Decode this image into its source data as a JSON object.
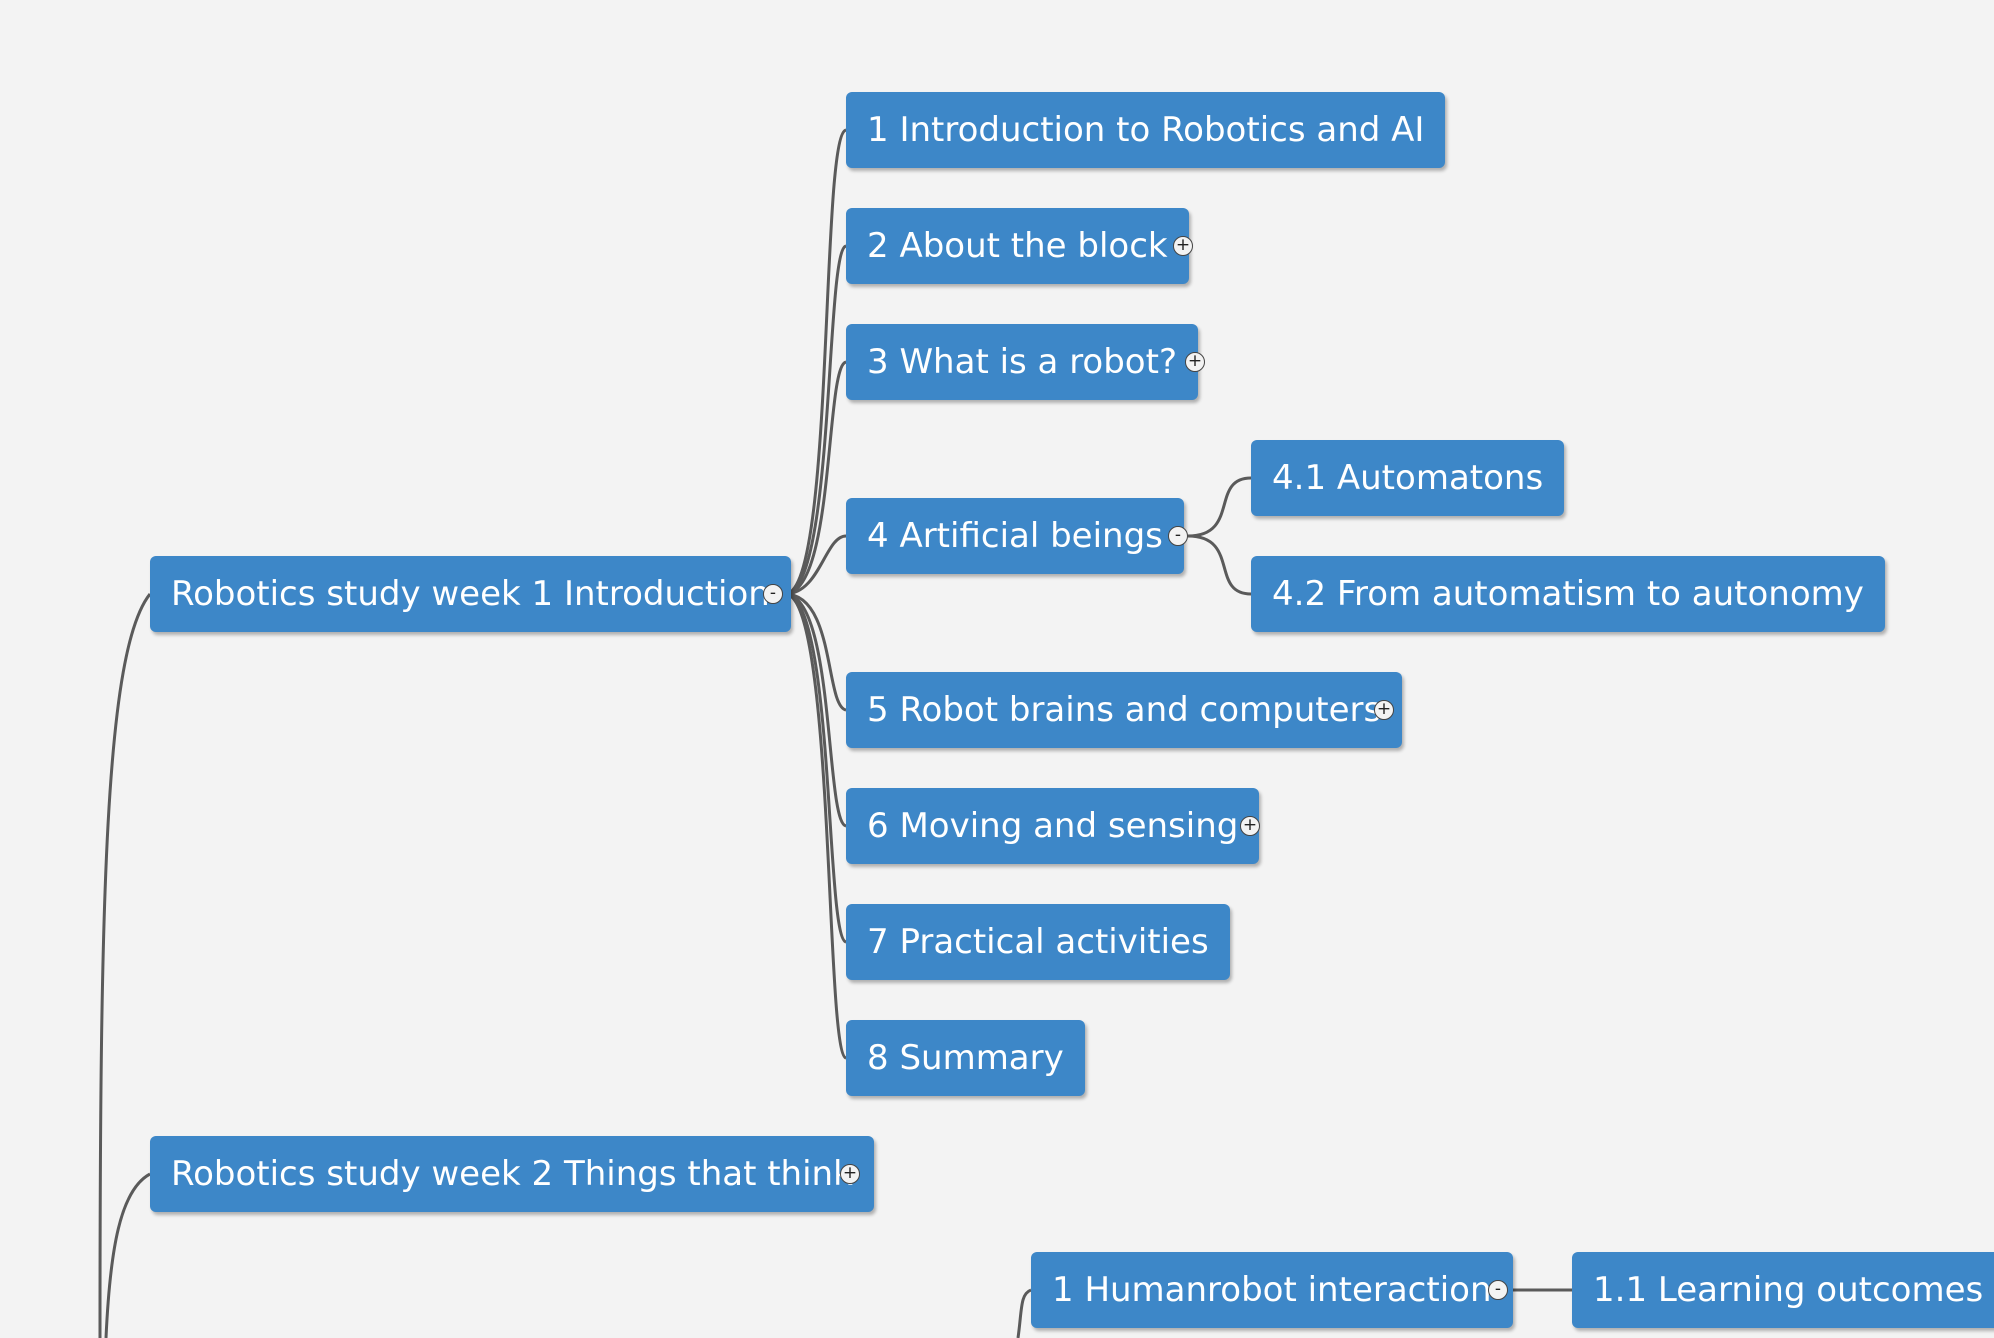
{
  "colors": {
    "background": "#f3f3f3",
    "node_fill": "#3d87c8",
    "node_text": "#ffffff",
    "connector": "#5a5a5a"
  },
  "mindmap": {
    "week1": {
      "label": "Robotics study week 1 Introduction",
      "toggle": "-",
      "topics": {
        "t1": {
          "label": "1 Introduction to Robotics and AI"
        },
        "t2": {
          "label": "2 About the block",
          "toggle": "+"
        },
        "t3": {
          "label": "3 What is a robot?",
          "toggle": "+"
        },
        "t4": {
          "label": "4 Artificial beings",
          "toggle": "-",
          "sub1": {
            "label": "4.1 Automatons"
          },
          "sub2": {
            "label": "4.2 From automatism to autonomy"
          }
        },
        "t5": {
          "label": "5 Robot brains and computers",
          "toggle": "+"
        },
        "t6": {
          "label": "6 Moving and sensing",
          "toggle": "+"
        },
        "t7": {
          "label": "7 Practical activities"
        },
        "t8": {
          "label": "8 Summary"
        }
      }
    },
    "week2": {
      "label": "Robotics study week 2 Things that think",
      "toggle": "+"
    },
    "week3": {
      "t1": {
        "label": "1 Humanrobot interaction",
        "toggle": "-",
        "sub1": {
          "label": "1.1 Learning outcomes"
        }
      }
    }
  }
}
